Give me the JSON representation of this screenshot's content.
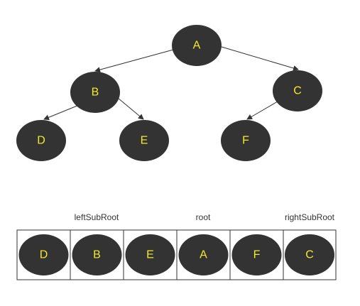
{
  "tree": {
    "nodes": [
      {
        "id": "A",
        "label": "A"
      },
      {
        "id": "B",
        "label": "B"
      },
      {
        "id": "C",
        "label": "C"
      },
      {
        "id": "D",
        "label": "D"
      },
      {
        "id": "E",
        "label": "E"
      },
      {
        "id": "F",
        "label": "F"
      }
    ],
    "edges": [
      {
        "from": "A",
        "to": "B"
      },
      {
        "from": "A",
        "to": "C"
      },
      {
        "from": "B",
        "to": "D"
      },
      {
        "from": "B",
        "to": "E"
      },
      {
        "from": "C",
        "to": "F"
      }
    ]
  },
  "array": {
    "cells": [
      "D",
      "B",
      "E",
      "A",
      "F",
      "C"
    ],
    "captions": {
      "left": "leftSubRoot",
      "root": "root",
      "right": "rightSubRoot"
    }
  },
  "colors": {
    "node_fill": "#333333",
    "node_text": "#f2ea2a",
    "edge": "#333333",
    "cell_border": "#333333",
    "caption": "#333333"
  }
}
